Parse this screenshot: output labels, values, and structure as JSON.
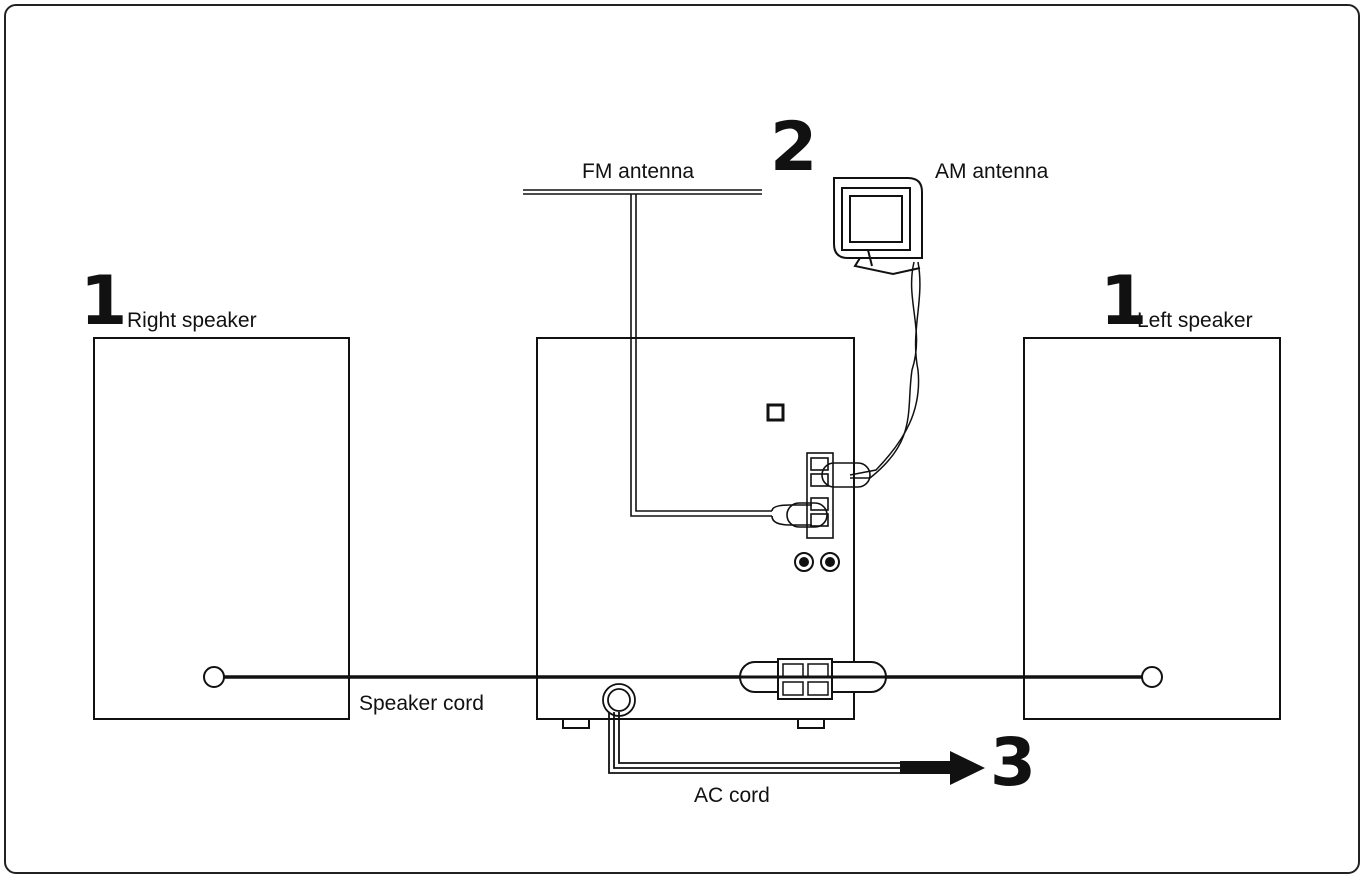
{
  "diagram": {
    "steps": {
      "right_speaker": "1",
      "left_speaker": "1",
      "antennas": "2",
      "ac_cord": "3"
    },
    "labels": {
      "fm_antenna": "FM antenna",
      "am_antenna": "AM antenna",
      "right_speaker": "Right speaker",
      "left_speaker": "Left speaker",
      "speaker_cord": "Speaker cord",
      "ac_cord": "AC cord"
    },
    "colors": {
      "line": "#111111",
      "background": "#ffffff"
    }
  }
}
